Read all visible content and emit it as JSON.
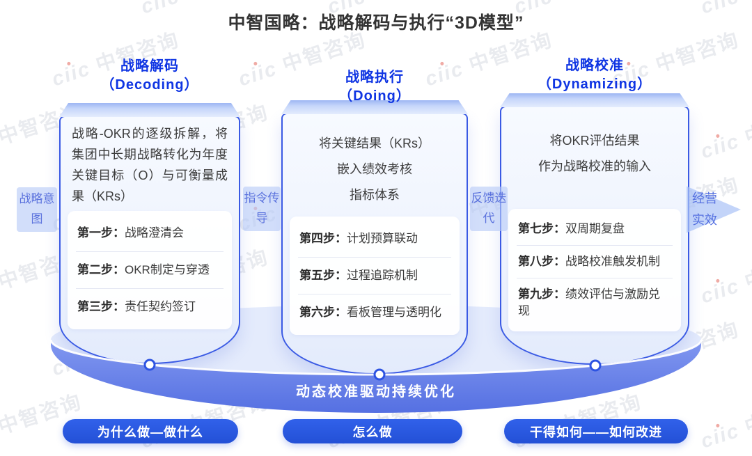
{
  "title": "中智国略：战略解码与执行“3D模型”",
  "watermark": {
    "logo": "ciic",
    "text": "中智咨询"
  },
  "flow": {
    "input": "战略意图",
    "connector1": "指令传导",
    "connector2": "反馈迭代",
    "output": "经营实效"
  },
  "columns": [
    {
      "title": "战略解码",
      "subtitle": "（Decoding）",
      "description": "战略-OKR的逐级拆解，将集团中长期战略转化为年度关键目标（O）与可衡量成果（KRs）",
      "steps": [
        {
          "label": "第一步：",
          "text": "战略澄清会"
        },
        {
          "label": "第二步：",
          "text": "OKR制定与穿透"
        },
        {
          "label": "第三步：",
          "text": "责任契约签订"
        }
      ],
      "button": "为什么做—做什么"
    },
    {
      "title": "战略执行",
      "subtitle": "（Doing）",
      "description": "将关键结果（KRs）\n嵌入绩效考核\n指标体系",
      "steps": [
        {
          "label": "第四步：",
          "text": "计划预算联动"
        },
        {
          "label": "第五步：",
          "text": "过程追踪机制"
        },
        {
          "label": "第六步：",
          "text": "看板管理与透明化"
        }
      ],
      "button": "怎么做"
    },
    {
      "title": "战略校准",
      "subtitle": "（Dynamizing）",
      "description": "将OKR评估结果\n作为战略校准的输入",
      "steps": [
        {
          "label": "第七步：",
          "text": "双周期复盘"
        },
        {
          "label": "第八步：",
          "text": "战略校准触发机制"
        },
        {
          "label": "第九步：",
          "text": "绩效评估与激励兑现"
        }
      ],
      "button": "干得如何——如何改进"
    }
  ],
  "band": "动态校准驱动持续优化",
  "colors": {
    "header_blue": "#0f35e3",
    "card_border": "#3a5ae4",
    "rim_top": "#8298f0",
    "rim_bottom": "#5570e2",
    "button_blue": "#2b59e3",
    "label_blue": "#5b72dd",
    "label_bg": "#b7c9f7"
  }
}
